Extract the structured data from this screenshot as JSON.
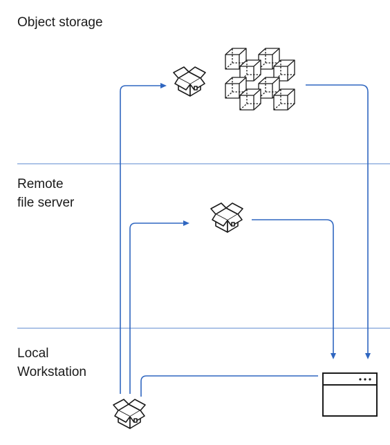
{
  "tiers": [
    {
      "label": "Object storage"
    },
    {
      "label": "Remote\nfile server"
    },
    {
      "label": "Local\nWorkstation"
    }
  ],
  "colors": {
    "arrow": "#2f66c0",
    "divider": "#5b87cf",
    "icon": "#1a1a1a"
  },
  "icons": {
    "package": "open-box-icon",
    "objects": "cube-icon",
    "app": "browser-window-icon"
  }
}
